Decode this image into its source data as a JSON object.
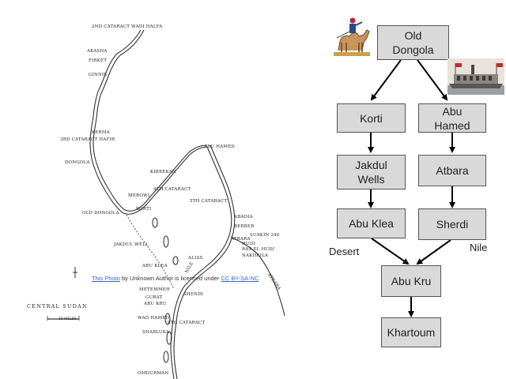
{
  "map": {
    "labels": {
      "wadi_halfa": "2ND CATARACT WADI HALFA",
      "akasha": "AKASHA",
      "firket": "FIRKET",
      "ginnis": "GINNIS",
      "hafir": "3RD CATARACT HAFIR",
      "kerma": "KERMA",
      "dongola": "DONGOLA",
      "abu_hamed": "ABU HAMED",
      "kirbekan": "KIRBEKAN",
      "merowi": "MEROWI",
      "cat4": "4TH CATARACT",
      "cat5": "5TH CATARACT",
      "korti": "KORTI",
      "old_dongola": "OLD DONGOLA",
      "abadia": "ABADIA",
      "berber": "BERBER",
      "suakin": "SUAKIN 240",
      "atbara": "ATBARA",
      "hudi": "HUDI",
      "ras_el_hudi": "RAS EL HUDI",
      "nakheila": "NAKHEILA",
      "jakdul": "JAKDUL WELL",
      "abu_klea": "ABU KLEA",
      "alias": "ALIAS",
      "metemmeh": "METEMMEH",
      "shendi": "SHENDI",
      "gubat": "GUBAT",
      "abu_kru": "ABU KRU",
      "wad_hamed": "WAD HAMED",
      "cat6": "6TH CATARACT",
      "shabluka": "SHABLUKA",
      "omdurman": "OMDURMAN",
      "nile": "NILE",
      "atbara_river": "ATBARA"
    },
    "title": "CENTRAL SUDAN",
    "scale": "50 MILES",
    "credit_link1": "This Photo",
    "credit_mid": " by Unknown Author is licensed under ",
    "credit_link2": "CC BY-SA-NC"
  },
  "flow": {
    "nodes": {
      "old_dongola": "Old\nDongola",
      "korti": "Korti",
      "abu_hamed": "Abu\nHamed",
      "jakdul": "Jakdul\nWells",
      "atbara": "Atbara",
      "abu_klea": "Abu Klea",
      "sherdi": "Sherdi",
      "abu_kru": "Abu Kru",
      "khartoum": "Khartoum"
    },
    "edge_labels": {
      "desert": "Desert",
      "nile": "Nile"
    }
  },
  "colors": {
    "node_fill": "#d9d9d9",
    "node_border": "#555555",
    "link": "#3366cc"
  },
  "icons": {
    "camel": "camel-rider-picture",
    "boat": "steamboat-picture"
  }
}
